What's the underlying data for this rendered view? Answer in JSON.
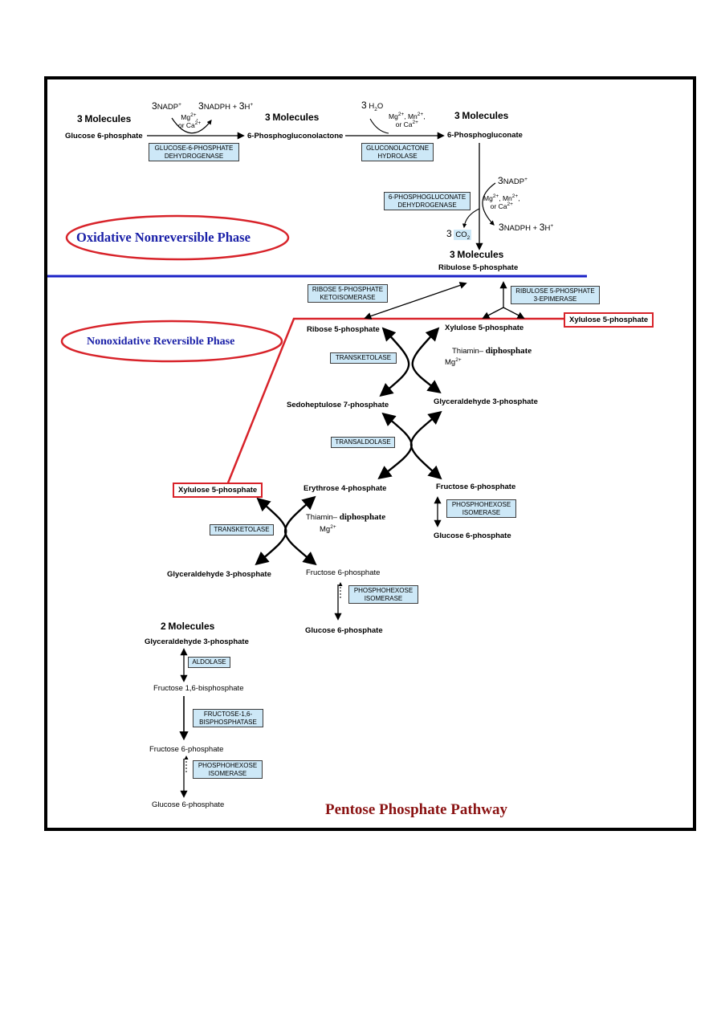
{
  "colors": {
    "divider": "#1b22c7",
    "highlight": "#d8232a",
    "enzyme_fill": "#cde8f7",
    "phase_text": "#1a20a8",
    "title_text": "#8b1414"
  },
  "labels": {
    "three_molecules": "Molecules",
    "three": "3",
    "two": "2",
    "g6p": "Glucose 6-phosphate",
    "pgl": "6-Phosphogluconolactone",
    "pg": "6-Phosphogluconate",
    "ru5p": "Ribulose 5-phosphate",
    "r5p": "Ribose 5-phosphate",
    "xu5p": "Xylulose 5-phosphate",
    "s7p": "Sedoheptulose 7-phosphate",
    "gap": "Glyceraldehyde 3-phosphate",
    "e4p": "Erythrose 4-phosphate",
    "f6p": "Fructose 6-phosphate",
    "fbp": "Fructose 1,6-bisphosphate"
  },
  "cofactors": {
    "nadp": "NADP",
    "nadph": "NADPH + ",
    "h": "H",
    "h2o_h": "H",
    "h2o_o": "O",
    "mg": "Mg",
    "mg_mn": "Mg",
    "mn": ", Mn",
    "or_ca": "or Ca",
    "co2": "CO",
    "thiamin": "Thiamin–",
    "diphosphate": "diphosphate"
  },
  "enzymes": {
    "g6pd_1": "GLUCOSE-6-PHOSPHATE",
    "g6pd_2": "DEHYDROGENASE",
    "gl_1": "GLUCONOLACTONE",
    "gl_2": "HYDROLASE",
    "pgd_1": "6-PHOSPHOGLUCONATE",
    "pgd_2": "DEHYDROGENASE",
    "rpi_1": "RIBOSE 5-PHOSPHATE",
    "rpi_2": "KETOISOMERASE",
    "rpe_1": "RIBULOSE 5-PHOSPHATE",
    "rpe_2": "3-EPIMERASE",
    "transketolase": "TRANSKETOLASE",
    "transaldolase": "TRANSALDOLASE",
    "phi_1": "PHOSPHOHEXOSE",
    "phi_2": "ISOMERASE",
    "aldolase": "ALDOLASE",
    "fbpase_1": "FRUCTOSE-1,6-",
    "fbpase_2": "BISPHOSPHATASE"
  },
  "phases": {
    "oxidative": "Oxidative Nonreversible Phase",
    "nonoxidative": "Nonoxidative Reversible Phase"
  },
  "title": "Pentose Phosphate Pathway"
}
